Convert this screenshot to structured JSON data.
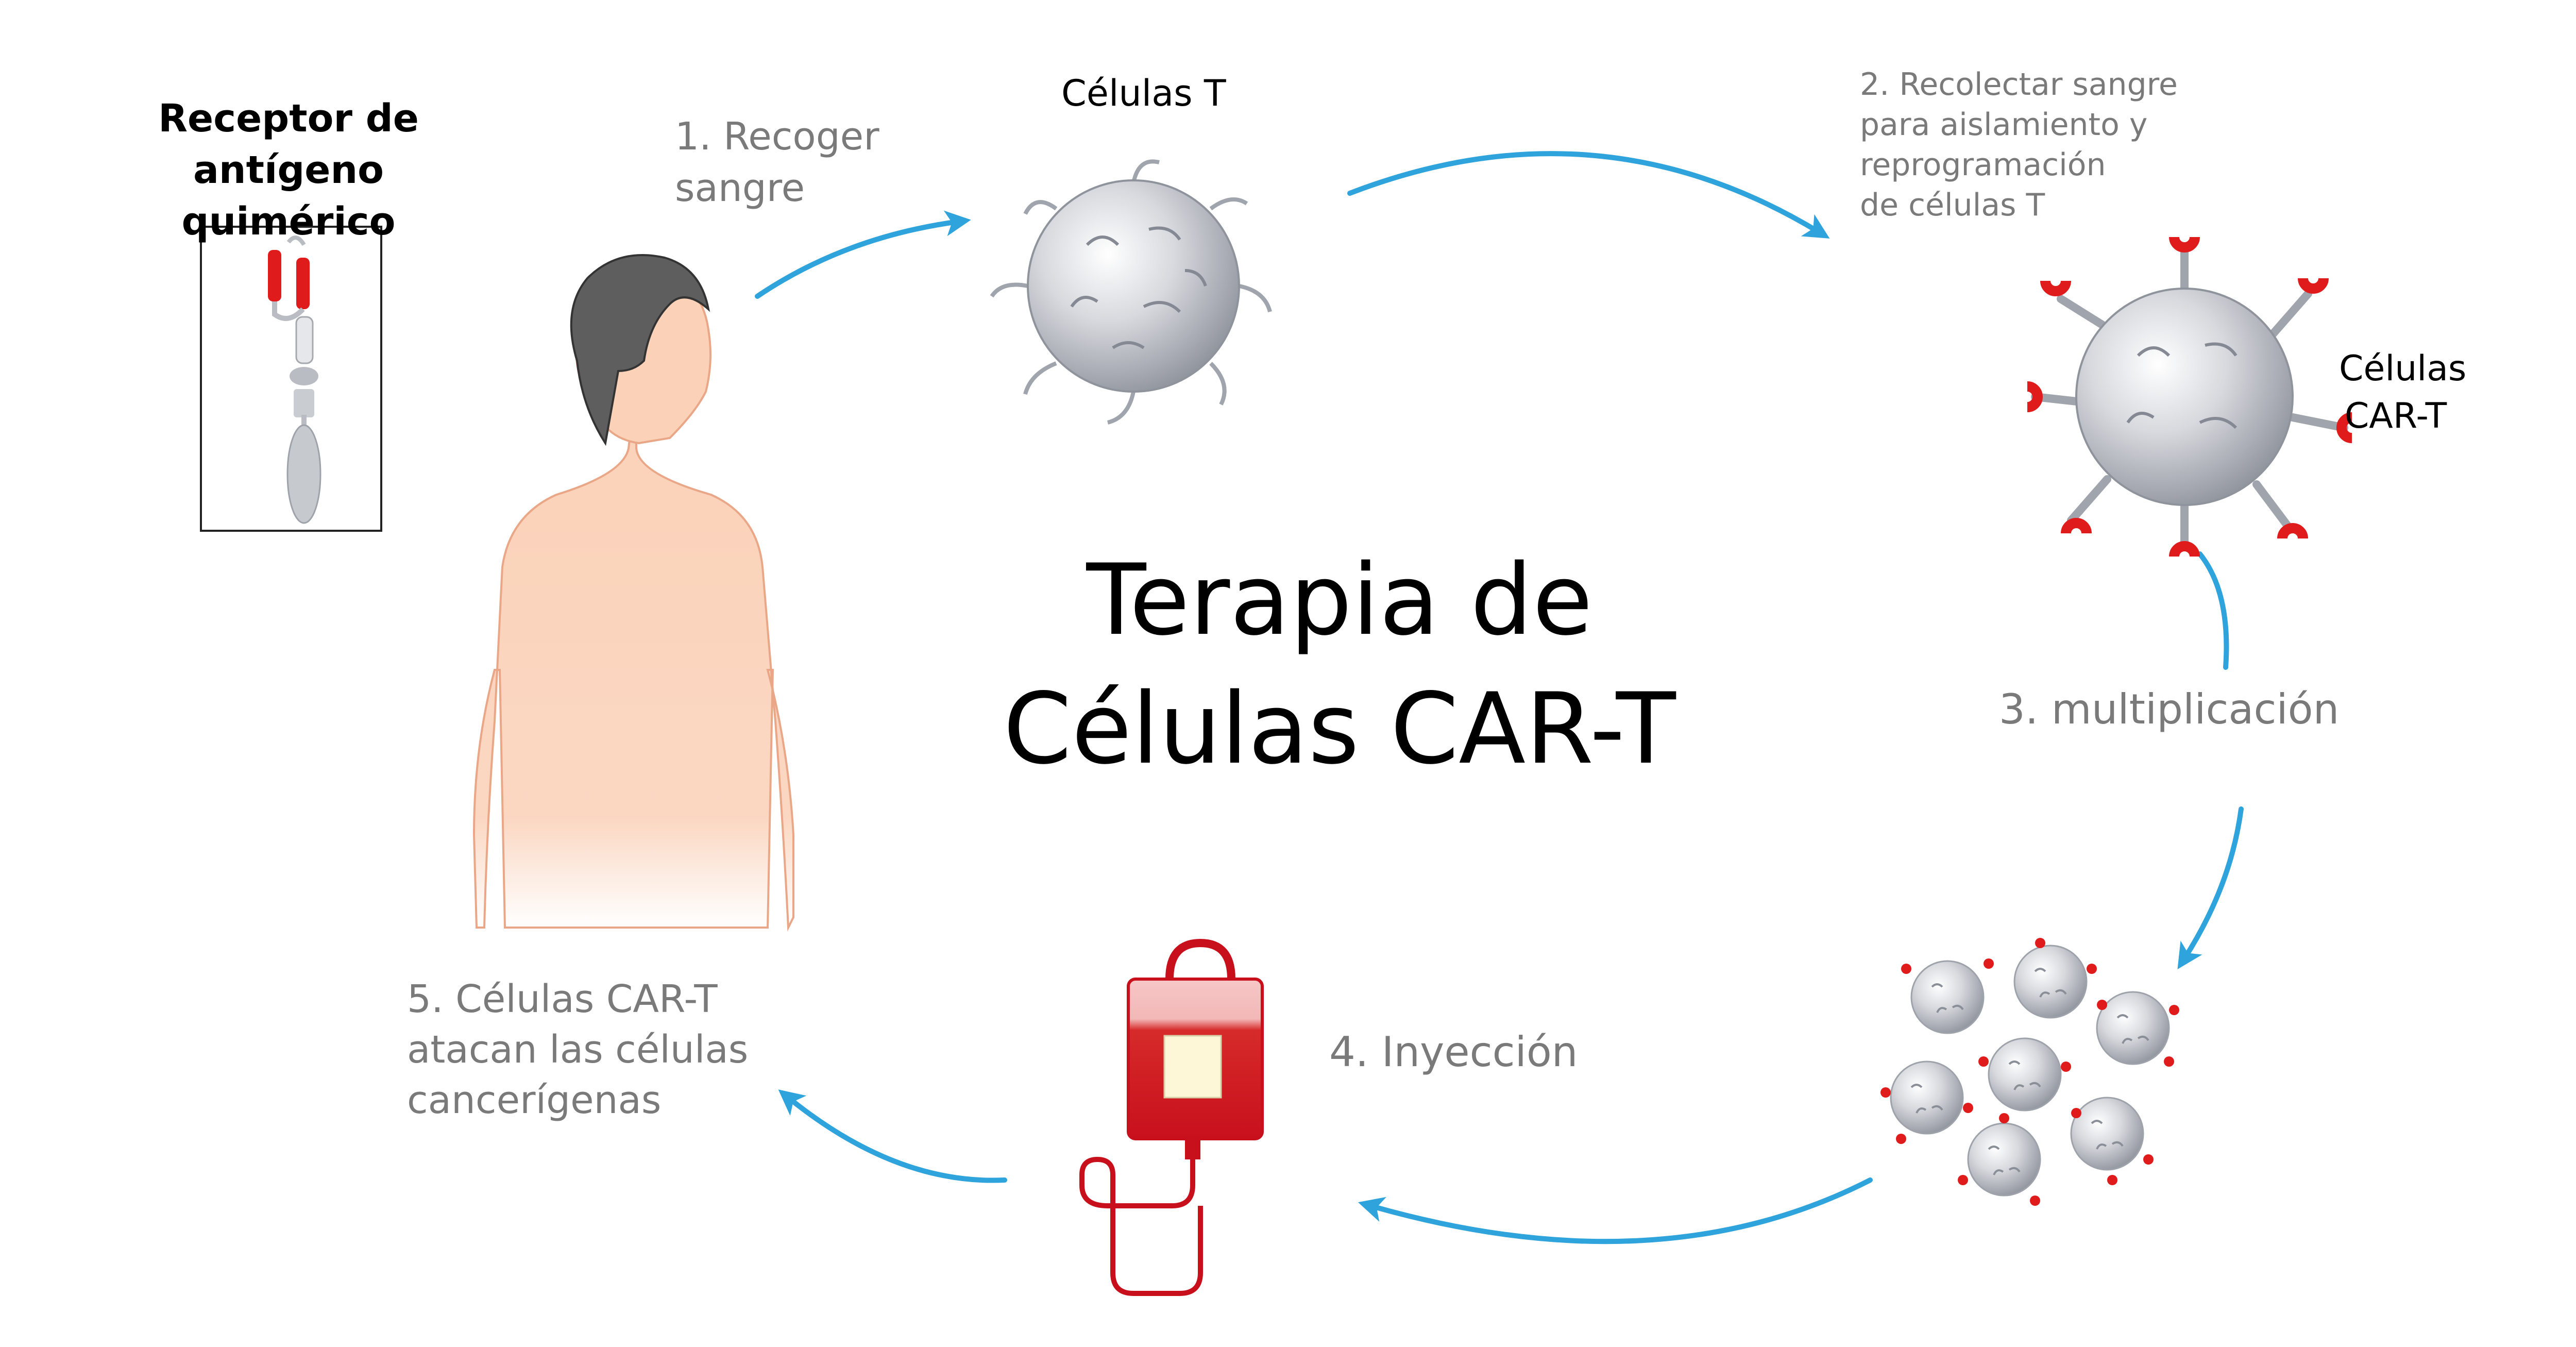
{
  "title": {
    "line1": "Terapia de",
    "line2": "Células CAR-T"
  },
  "receptor": {
    "line1": "Receptor de",
    "line2": "antígeno quimérico"
  },
  "steps": {
    "step1": {
      "line1": "1. Recoger",
      "line2": "sangre"
    },
    "step2": {
      "line1": "2. Recolectar sangre",
      "line2": "para aislamiento y",
      "line3": "reprogramación",
      "line4": "de células T"
    },
    "step3": "3. multiplicación",
    "step4": "4. Inyección",
    "step5": {
      "line1": "5. Células CAR-T",
      "line2": "atacan las células",
      "line3": "cancerígenas"
    }
  },
  "cells": {
    "t_cells": "Células T",
    "car_t": {
      "line1": "Células",
      "line2": "CAR-T"
    }
  },
  "colors": {
    "arrow": "#2ea3dc",
    "receptor_red": "#e01b1b",
    "skin": "#fbd3bc",
    "hair": "#5e5e5e",
    "cell": "#b8bcc4",
    "blood": "#c8101c"
  },
  "icons": [
    "cell-icon",
    "car-t-cell-icon",
    "human-figure-icon",
    "iv-bag-icon",
    "receptor-icon",
    "arrow-icon"
  ]
}
